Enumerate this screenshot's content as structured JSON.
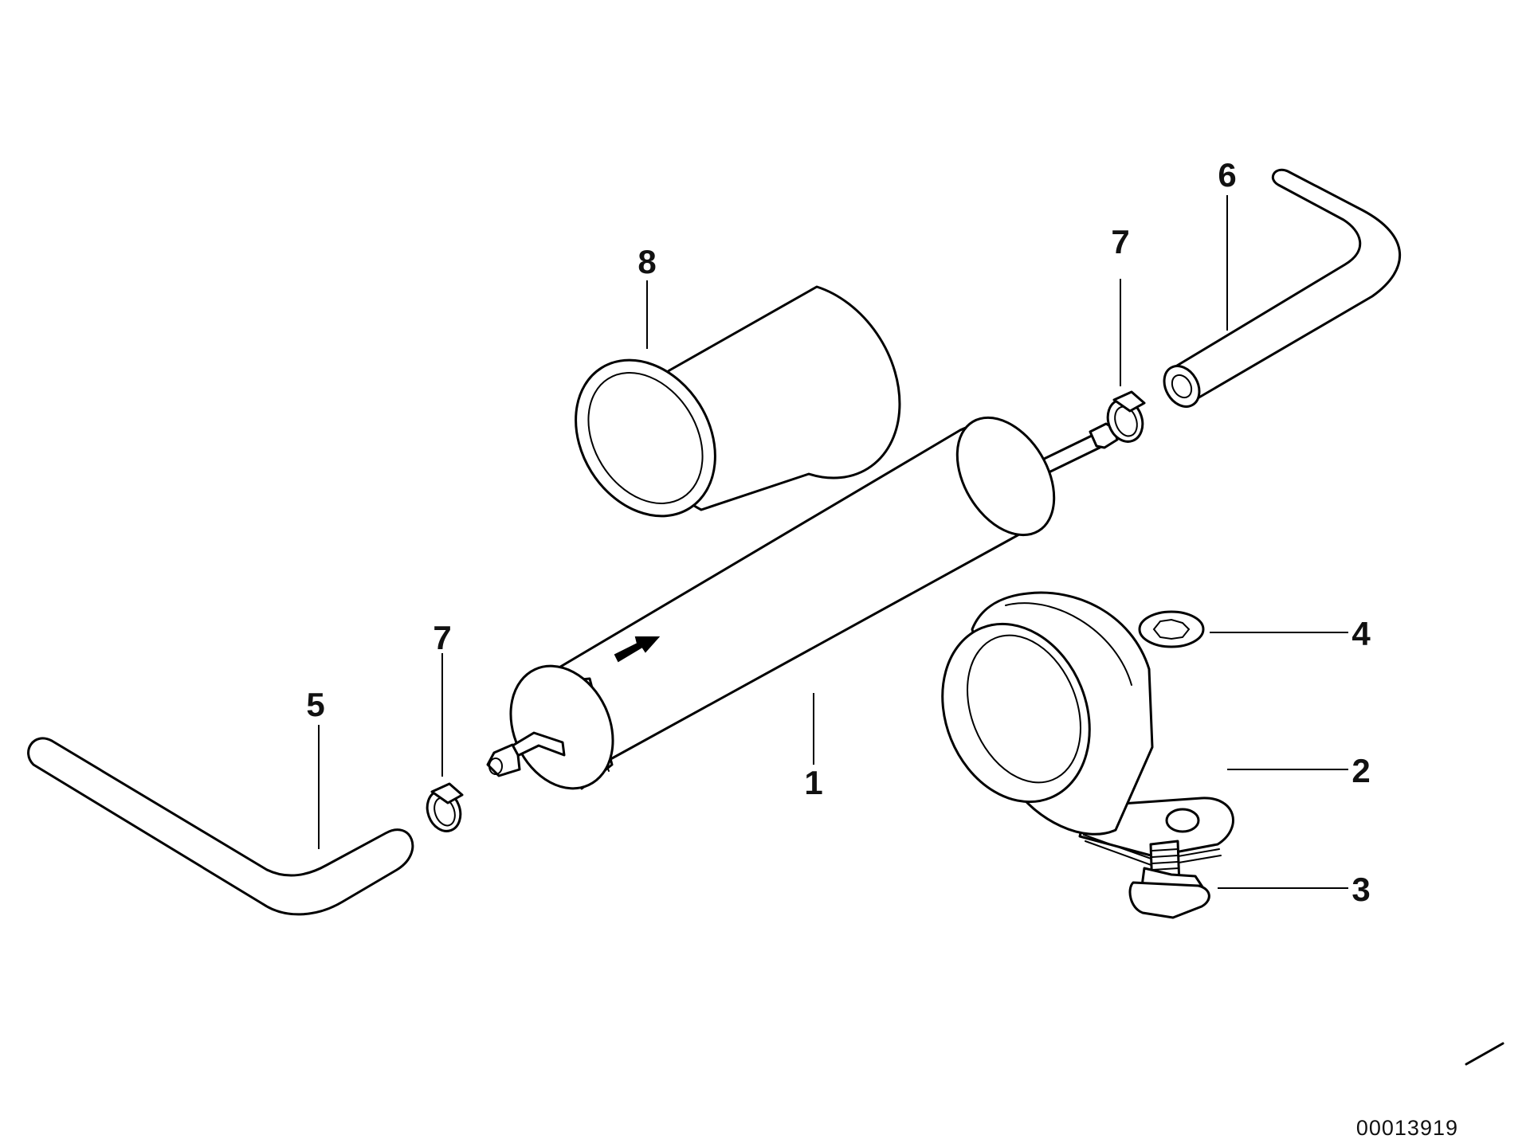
{
  "callouts": {
    "filter": "1",
    "holder": "2",
    "bolt": "3",
    "washer": "4",
    "hose_inlet": "5",
    "hose_outlet": "6",
    "clamp_outlet": "7",
    "clamp_inlet": "7",
    "sleeve": "8"
  },
  "drawing_number": "00013919"
}
